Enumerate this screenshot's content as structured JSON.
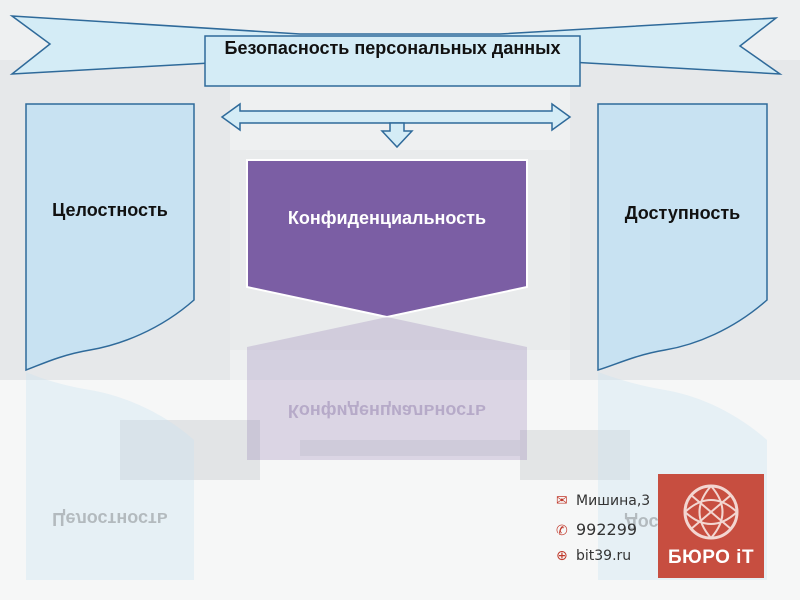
{
  "diagram": {
    "title": "Безопасность персональных данных",
    "left_label": "Целостность",
    "center_label": "Конфиденциальность",
    "right_label": "Доступность"
  },
  "contact": {
    "address": "Мишина,3",
    "phone": "992299",
    "website": "bit39.ru"
  },
  "logo": {
    "text": "БЮРО iT"
  },
  "colors": {
    "box_fill": "#c8e2f2",
    "box_stroke": "#2f6a9a",
    "center_fill": "#7b5ea4",
    "logo_bg": "#c74e40",
    "contact_icon": "#c0392b"
  },
  "icons": [
    "envelope-icon",
    "phone-icon",
    "globe-icon"
  ]
}
